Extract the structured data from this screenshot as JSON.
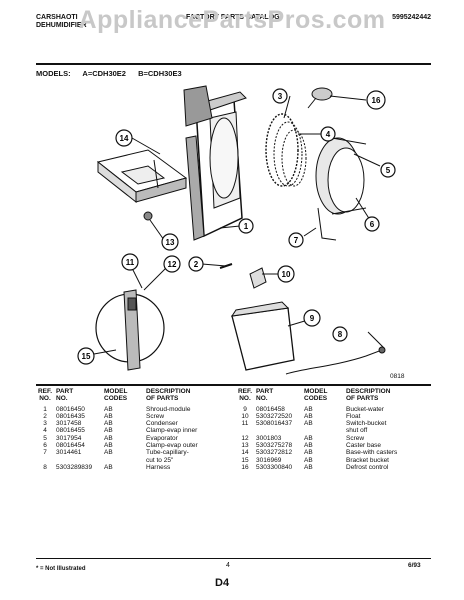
{
  "watermark": "AppliancePartsPros.com",
  "header": {
    "left_line1": "CARSHAOTI",
    "left_line2": "DEHUMIDIFIER",
    "middle": "FACTORY PARTS CATALOG",
    "right": "5995242442"
  },
  "models": {
    "label": "MODELS:",
    "a": "A=CDH30E2",
    "b": "B=CDH30E3"
  },
  "callouts": [
    "1",
    "2",
    "3",
    "4",
    "5",
    "6",
    "7",
    "8",
    "9",
    "10",
    "11",
    "12",
    "13",
    "14",
    "15",
    "16"
  ],
  "diagram_code": "0818",
  "table_headers": {
    "ref": [
      "REF.",
      "NO."
    ],
    "part": [
      "PART",
      "NO."
    ],
    "model": [
      "MODEL",
      "CODES"
    ],
    "desc": [
      "DESCRIPTION",
      "OF PARTS"
    ]
  },
  "parts_left": [
    {
      "ref": "1",
      "part": "08016450",
      "code": "AB",
      "desc": "Shroud-module"
    },
    {
      "ref": "2",
      "part": "08016435",
      "code": "AB",
      "desc": "Screw"
    },
    {
      "ref": "3",
      "part": "3017458",
      "code": "AB",
      "desc": "Condenser"
    },
    {
      "ref": "4",
      "part": "08016455",
      "code": "AB",
      "desc": "Clamp-evap inner"
    },
    {
      "ref": "5",
      "part": "3017954",
      "code": "AB",
      "desc": "Evaporator"
    },
    {
      "ref": "6",
      "part": "08016454",
      "code": "AB",
      "desc": "Clamp-evap outer"
    },
    {
      "ref": "7",
      "part": "3014461",
      "code": "AB",
      "desc": "Tube-capillary-"
    },
    {
      "ref": "",
      "part": "",
      "code": "",
      "desc": "cut to 25\""
    },
    {
      "ref": "8",
      "part": "5303289839",
      "code": "AB",
      "desc": "Harness"
    }
  ],
  "parts_right": [
    {
      "ref": "9",
      "part": "08016458",
      "code": "AB",
      "desc": "Bucket-water"
    },
    {
      "ref": "10",
      "part": "5303272520",
      "code": "AB",
      "desc": "Float"
    },
    {
      "ref": "11",
      "part": "5308016437",
      "code": "AB",
      "desc": "Switch-bucket"
    },
    {
      "ref": "",
      "part": "",
      "code": "",
      "desc": "shut off"
    },
    {
      "ref": "12",
      "part": "3001803",
      "code": "AB",
      "desc": "Screw"
    },
    {
      "ref": "13",
      "part": "5303275278",
      "code": "AB",
      "desc": "Caster base"
    },
    {
      "ref": "14",
      "part": "5303272812",
      "code": "AB",
      "desc": "Base-with casters"
    },
    {
      "ref": "15",
      "part": "3016969",
      "code": "AB",
      "desc": "Bracket bucket"
    },
    {
      "ref": "16",
      "part": "5303300840",
      "code": "AB",
      "desc": "Defrost control"
    }
  ],
  "footer": {
    "note": "* = Not Illustrated",
    "page": "4",
    "date": "6/93",
    "code": "D4"
  }
}
